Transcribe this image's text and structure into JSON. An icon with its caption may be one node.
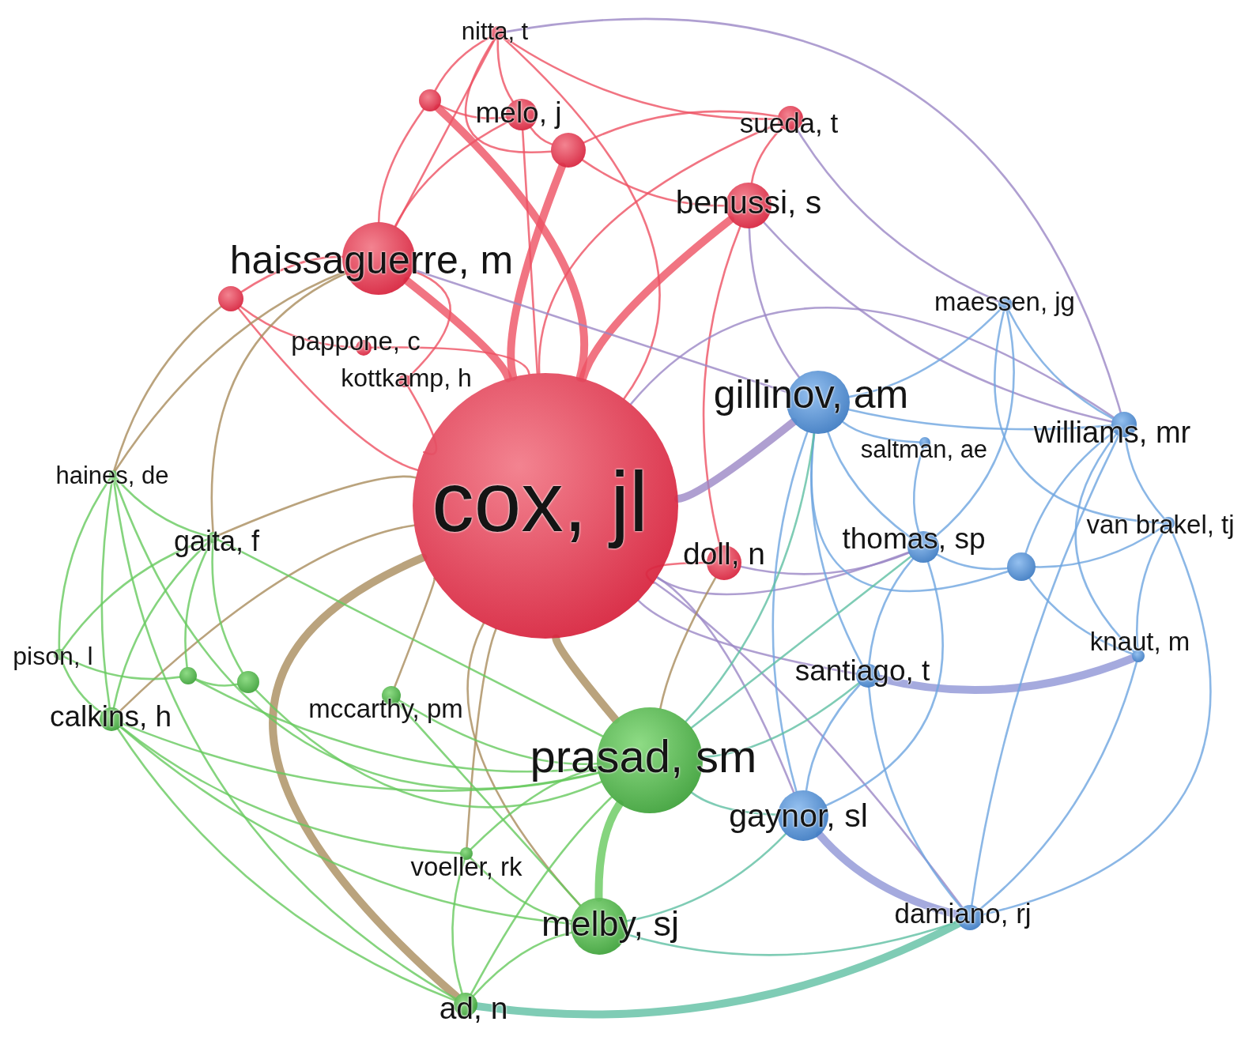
{
  "diagram": {
    "nodes": [
      {
        "text": [
          "nitta, t"
        ]
      },
      {
        "text": [],
        "shape": "circle"
      },
      {
        "text": [
          "melo, j"
        ]
      },
      {
        "text": [
          "sueda, t"
        ]
      },
      {
        "text": [],
        "shape": "circle"
      },
      {
        "text": [
          "benussi, s"
        ]
      },
      {
        "text": [
          "haissaguerre, m"
        ]
      },
      {
        "text": [],
        "shape": "circle"
      },
      {
        "text": [
          "maessen, jg"
        ]
      },
      {
        "text": [
          "pappone, c"
        ]
      },
      {
        "text": [
          "kottkamp, h"
        ]
      },
      {
        "text": [
          "gillinov, am"
        ]
      },
      {
        "text": [
          "williams, mr"
        ]
      },
      {
        "text": [
          "saltman, ae"
        ]
      },
      {
        "text": [
          "haines, de"
        ]
      },
      {
        "text": [
          "cox, jl"
        ]
      },
      {
        "text": [
          "van brakel, tj"
        ]
      },
      {
        "text": [
          "thomas, sp"
        ]
      },
      {
        "text": [
          "gaita, f"
        ]
      },
      {
        "text": [
          "doll, n"
        ]
      },
      {
        "text": [],
        "shape": "circle"
      },
      {
        "text": [
          "knaut, m"
        ]
      },
      {
        "text": [
          "pison, l"
        ]
      },
      {
        "text": [
          "santiago, t"
        ]
      },
      {
        "text": [],
        "shape": "circle"
      },
      {
        "text": [],
        "shape": "circle"
      },
      {
        "text": [
          "mccarthy, pm"
        ]
      },
      {
        "text": [
          "calkins, h"
        ]
      },
      {
        "text": [
          "prasad, sm"
        ]
      },
      {
        "text": [
          "gaynor, sl"
        ]
      },
      {
        "text": [
          "voeller, rk"
        ]
      },
      {
        "text": [
          "damiano, rj"
        ]
      },
      {
        "text": [
          "melby, sj"
        ]
      },
      {
        "text": [
          "ad, n"
        ]
      }
    ],
    "edges": [
      {
        "from": 0,
        "to": 1,
        "arrow": "none"
      },
      {
        "from": 0,
        "to": 2,
        "arrow": "none"
      },
      {
        "from": 0,
        "to": 3,
        "arrow": "none"
      },
      {
        "from": 0,
        "to": 4,
        "arrow": "none"
      },
      {
        "from": 0,
        "to": 6,
        "arrow": "none"
      },
      {
        "from": 0,
        "to": 15,
        "arrow": "none"
      },
      {
        "from": 1,
        "to": 2,
        "arrow": "none"
      },
      {
        "from": 1,
        "to": 6,
        "arrow": "none"
      },
      {
        "from": 1,
        "to": 15,
        "arrow": "none",
        "style": "thick"
      },
      {
        "from": 2,
        "to": 4,
        "arrow": "none"
      },
      {
        "from": 2,
        "to": 15,
        "arrow": "none"
      },
      {
        "from": 3,
        "to": 4,
        "arrow": "none"
      },
      {
        "from": 3,
        "to": 5,
        "arrow": "none"
      },
      {
        "from": 3,
        "to": 15,
        "arrow": "none"
      },
      {
        "from": 4,
        "to": 5,
        "arrow": "none"
      },
      {
        "from": 4,
        "to": 15,
        "arrow": "none",
        "style": "thick"
      },
      {
        "from": 5,
        "to": 15,
        "arrow": "none",
        "style": "thick"
      },
      {
        "from": 6,
        "to": 7,
        "arrow": "none"
      },
      {
        "from": 6,
        "to": 15,
        "arrow": "none",
        "style": "thick"
      },
      {
        "from": 7,
        "to": 15,
        "arrow": "none"
      },
      {
        "from": 7,
        "to": 9,
        "arrow": "none"
      },
      {
        "from": 9,
        "to": 15,
        "arrow": "none"
      },
      {
        "from": 10,
        "to": 15,
        "arrow": "none"
      },
      {
        "from": 15,
        "to": 19,
        "arrow": "none"
      },
      {
        "from": 5,
        "to": 19,
        "arrow": "none"
      },
      {
        "from": 6,
        "to": 10,
        "arrow": "none"
      },
      {
        "from": 2,
        "to": 6,
        "arrow": "none"
      },
      {
        "from": 3,
        "to": 8,
        "arrow": "none",
        "color": "#9b87c6"
      },
      {
        "from": 5,
        "to": 11,
        "arrow": "none",
        "color": "#9b87c6"
      },
      {
        "from": 15,
        "to": 11,
        "arrow": "none",
        "style": "thick",
        "color": "#9b87c6"
      },
      {
        "from": 15,
        "to": 17,
        "arrow": "none",
        "color": "#9b87c6"
      },
      {
        "from": 15,
        "to": 23,
        "arrow": "none",
        "color": "#9b87c6"
      },
      {
        "from": 15,
        "to": 29,
        "arrow": "none",
        "color": "#9b87c6"
      },
      {
        "from": 19,
        "to": 17,
        "arrow": "none",
        "color": "#9b87c6"
      },
      {
        "from": 5,
        "to": 12,
        "arrow": "none",
        "color": "#9b87c6"
      },
      {
        "from": 0,
        "to": 12,
        "arrow": "none",
        "color": "#9b87c6"
      },
      {
        "from": 6,
        "to": 11,
        "arrow": "none",
        "color": "#9b87c6"
      },
      {
        "from": 15,
        "to": 12,
        "arrow": "none",
        "color": "#9b87c6"
      },
      {
        "from": 15,
        "to": 31,
        "arrow": "none",
        "color": "#9b87c6"
      },
      {
        "from": 15,
        "to": 28,
        "arrow": "none",
        "style": "thick",
        "color": "#a98c5c"
      },
      {
        "from": 15,
        "to": 33,
        "arrow": "none",
        "style": "thick",
        "color": "#a98c5c"
      },
      {
        "from": 6,
        "to": 14,
        "arrow": "none",
        "color": "#a98c5c"
      },
      {
        "from": 6,
        "to": 18,
        "arrow": "none",
        "color": "#a98c5c"
      },
      {
        "from": 15,
        "to": 18,
        "arrow": "none",
        "color": "#a98c5c"
      },
      {
        "from": 15,
        "to": 32,
        "arrow": "none",
        "color": "#a98c5c"
      },
      {
        "from": 15,
        "to": 26,
        "arrow": "none",
        "color": "#a98c5c"
      },
      {
        "from": 15,
        "to": 27,
        "arrow": "none",
        "color": "#a98c5c"
      },
      {
        "from": 7,
        "to": 14,
        "arrow": "none",
        "color": "#a98c5c"
      },
      {
        "from": 15,
        "to": 30,
        "arrow": "none",
        "color": "#a98c5c"
      },
      {
        "from": 19,
        "to": 28,
        "arrow": "none",
        "color": "#a98c5c"
      },
      {
        "from": 11,
        "to": 8,
        "arrow": "none",
        "color": "#6ea5e0"
      },
      {
        "from": 11,
        "to": 12,
        "arrow": "none",
        "color": "#6ea5e0"
      },
      {
        "from": 11,
        "to": 13,
        "arrow": "none",
        "color": "#6ea5e0"
      },
      {
        "from": 11,
        "to": 17,
        "arrow": "none",
        "color": "#6ea5e0"
      },
      {
        "from": 11,
        "to": 23,
        "arrow": "none",
        "color": "#6ea5e0"
      },
      {
        "from": 11,
        "to": 29,
        "arrow": "none",
        "color": "#6ea5e0"
      },
      {
        "from": 11,
        "to": 20,
        "arrow": "none",
        "color": "#6ea5e0"
      },
      {
        "from": 8,
        "to": 12,
        "arrow": "none",
        "color": "#6ea5e0"
      },
      {
        "from": 8,
        "to": 16,
        "arrow": "none",
        "color": "#6ea5e0"
      },
      {
        "from": 8,
        "to": 17,
        "arrow": "none",
        "color": "#6ea5e0"
      },
      {
        "from": 12,
        "to": 16,
        "arrow": "none",
        "color": "#6ea5e0"
      },
      {
        "from": 12,
        "to": 20,
        "arrow": "none",
        "color": "#6ea5e0"
      },
      {
        "from": 12,
        "to": 21,
        "arrow": "none",
        "color": "#6ea5e0"
      },
      {
        "from": 13,
        "to": 17,
        "arrow": "none",
        "color": "#6ea5e0"
      },
      {
        "from": 16,
        "to": 21,
        "arrow": "none",
        "color": "#6ea5e0"
      },
      {
        "from": 17,
        "to": 20,
        "arrow": "none",
        "color": "#6ea5e0"
      },
      {
        "from": 17,
        "to": 23,
        "arrow": "none",
        "color": "#6ea5e0"
      },
      {
        "from": 20,
        "to": 21,
        "arrow": "none",
        "color": "#6ea5e0"
      },
      {
        "from": 20,
        "to": 16,
        "arrow": "none",
        "color": "#6ea5e0"
      },
      {
        "from": 23,
        "to": 29,
        "arrow": "none",
        "color": "#6ea5e0"
      },
      {
        "from": 23,
        "to": 21,
        "arrow": "none",
        "style": "thick",
        "color": "#8f95d6"
      },
      {
        "from": 29,
        "to": 31,
        "arrow": "none",
        "style": "thick",
        "color": "#8f95d6"
      },
      {
        "from": 31,
        "to": 21,
        "arrow": "none",
        "color": "#6ea5e0"
      },
      {
        "from": 31,
        "to": 16,
        "arrow": "none",
        "color": "#6ea5e0"
      },
      {
        "from": 31,
        "to": 12,
        "arrow": "none",
        "color": "#6ea5e0"
      },
      {
        "from": 29,
        "to": 17,
        "arrow": "none",
        "color": "#6ea5e0"
      },
      {
        "from": 23,
        "to": 31,
        "arrow": "none",
        "color": "#6ea5e0"
      },
      {
        "from": 28,
        "to": 29,
        "arrow": "none",
        "color": "#5fbfa3"
      },
      {
        "from": 28,
        "to": 11,
        "arrow": "none",
        "color": "#5fbfa3"
      },
      {
        "from": 28,
        "to": 17,
        "arrow": "none",
        "color": "#5fbfa3"
      },
      {
        "from": 28,
        "to": 23,
        "arrow": "none",
        "color": "#5fbfa3"
      },
      {
        "from": 32,
        "to": 31,
        "arrow": "none",
        "color": "#5fbfa3"
      },
      {
        "from": 33,
        "to": 31,
        "arrow": "none",
        "style": "thick",
        "color": "#5fbfa3"
      },
      {
        "from": 32,
        "to": 29,
        "arrow": "none",
        "color": "#5fbfa3"
      },
      {
        "from": 14,
        "to": 18,
        "arrow": "none",
        "color": "#66c95e"
      },
      {
        "from": 14,
        "to": 22,
        "arrow": "none",
        "color": "#66c95e"
      },
      {
        "from": 14,
        "to": 27,
        "arrow": "none",
        "color": "#66c95e"
      },
      {
        "from": 14,
        "to": 28,
        "arrow": "none",
        "color": "#66c95e"
      },
      {
        "from": 18,
        "to": 22,
        "arrow": "none",
        "color": "#66c95e"
      },
      {
        "from": 18,
        "to": 27,
        "arrow": "none",
        "color": "#66c95e"
      },
      {
        "from": 18,
        "to": 28,
        "arrow": "none",
        "color": "#66c95e"
      },
      {
        "from": 18,
        "to": 24,
        "arrow": "none",
        "color": "#66c95e"
      },
      {
        "from": 18,
        "to": 25,
        "arrow": "none",
        "color": "#66c95e"
      },
      {
        "from": 22,
        "to": 27,
        "arrow": "none",
        "color": "#66c95e"
      },
      {
        "from": 22,
        "to": 24,
        "arrow": "none",
        "color": "#66c95e"
      },
      {
        "from": 24,
        "to": 25,
        "arrow": "none",
        "color": "#66c95e"
      },
      {
        "from": 25,
        "to": 28,
        "arrow": "none",
        "color": "#66c95e"
      },
      {
        "from": 27,
        "to": 28,
        "arrow": "none",
        "color": "#66c95e"
      },
      {
        "from": 27,
        "to": 32,
        "arrow": "none",
        "color": "#66c95e"
      },
      {
        "from": 27,
        "to": 33,
        "arrow": "none",
        "color": "#66c95e"
      },
      {
        "from": 26,
        "to": 28,
        "arrow": "none",
        "color": "#66c95e"
      },
      {
        "from": 26,
        "to": 32,
        "arrow": "none",
        "color": "#66c95e"
      },
      {
        "from": 28,
        "to": 32,
        "arrow": "none",
        "style": "thick",
        "color": "#66c95e"
      },
      {
        "from": 28,
        "to": 30,
        "arrow": "none",
        "color": "#66c95e"
      },
      {
        "from": 30,
        "to": 33,
        "arrow": "none",
        "color": "#66c95e"
      },
      {
        "from": 30,
        "to": 32,
        "arrow": "none",
        "color": "#66c95e"
      },
      {
        "from": 32,
        "to": 33,
        "arrow": "none",
        "color": "#66c95e"
      },
      {
        "from": 28,
        "to": 33,
        "arrow": "none",
        "color": "#66c95e"
      },
      {
        "from": 24,
        "to": 28,
        "arrow": "none",
        "color": "#66c95e"
      },
      {
        "from": 14,
        "to": 33,
        "arrow": "none",
        "color": "#66c95e"
      },
      {
        "from": 27,
        "to": 30,
        "arrow": "none",
        "color": "#66c95e"
      }
    ]
  }
}
